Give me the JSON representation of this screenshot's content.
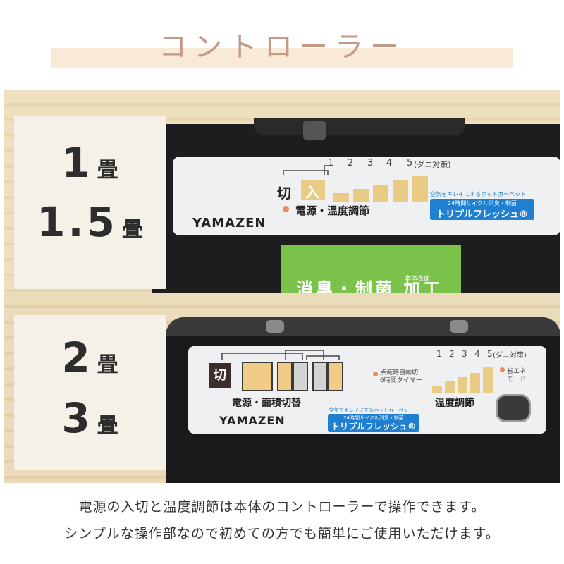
{
  "header": {
    "title": "コントローラー"
  },
  "panel_small": {
    "size_primary_num": "1",
    "size_primary_unit": "畳",
    "size_secondary_num": "1.5",
    "size_secondary_unit": "畳",
    "label": {
      "off": "切",
      "on": "入",
      "levels": [
        "1",
        "2",
        "3",
        "4",
        "5"
      ],
      "levels_note": "(ダニ対策)",
      "function": "電源・温度調節",
      "brand": "YAMAZEN",
      "air_text": "空気をキレイにするホットカーペット",
      "badge_sub": "24時間サイクル消臭・制菌",
      "badge_main": "トリプルフレッシュ®"
    },
    "green_text": "消臭・制菌 加工",
    "green_sub": "本体表面"
  },
  "panel_large": {
    "size_primary_num": "2",
    "size_primary_unit": "畳",
    "size_secondary_num": "3",
    "size_secondary_unit": "畳",
    "label": {
      "off": "切",
      "function_left": "電源・面積切替",
      "timer_line1": "点滅時自動切",
      "timer_line2": "6時間タイマー",
      "levels": [
        "1",
        "2",
        "3",
        "4",
        "5"
      ],
      "levels_note": "(ダニ対策)",
      "function_right": "温度調節",
      "eco_line1": "省エネ",
      "eco_line2": "モード",
      "brand": "YAMAZEN",
      "air_text": "空気をキレイにするホットカーペット",
      "badge_sub": "24時間サイクル消臭・制菌",
      "badge_main": "トリプルフレッシュ®"
    }
  },
  "caption": {
    "line1": "電源の入切と温度調節は本体のコントローラーで操作できます。",
    "line2": "シンプルな操作部なので初めての方でも簡単にご使用いただけます。"
  },
  "colors": {
    "title": "#c49a85",
    "band": "#f8ead6",
    "level": "#eacb85",
    "badge": "#1f7fd1",
    "led": "#ea8b5b"
  }
}
